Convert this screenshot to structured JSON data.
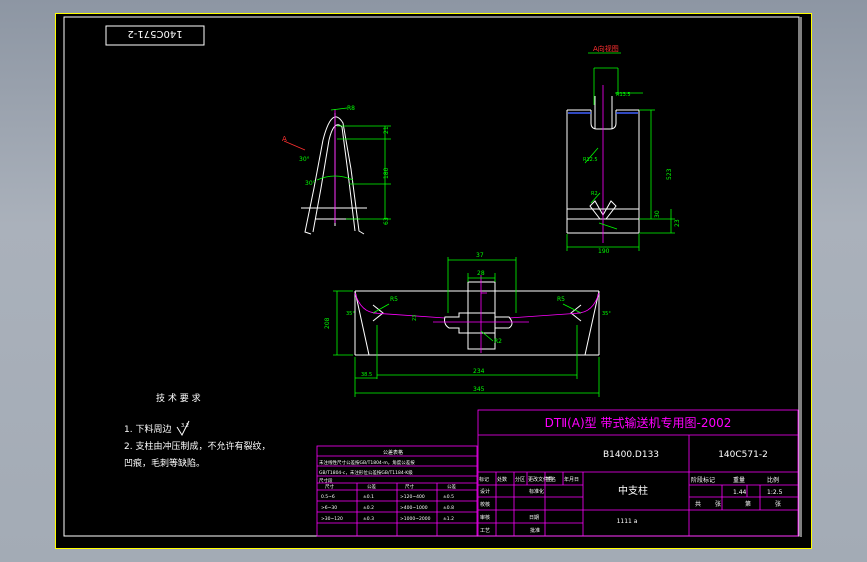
{
  "drawing": {
    "code_box": "140C571-2",
    "section_label": "A向视图",
    "dims": {
      "r_top": "R8",
      "d_21": "21",
      "d_ang1": "30°",
      "d_180": "180",
      "d_ang2": "30°",
      "d_63": "63",
      "sec_r": "R13.5",
      "sec_r125": "R12.5",
      "sec_r2": "R2",
      "sec_523": "523",
      "sec_30": "30",
      "sec_23": "23",
      "sec_190": "190",
      "p_37": "37",
      "p_28": "28",
      "p_r5a": "R5",
      "p_r5b": "R5",
      "p_ang_l": "35°",
      "p_ang_r": "35°",
      "p_23": "23",
      "p_r2": "R2",
      "p_h": "208",
      "p_38": "38.5",
      "p_234": "234",
      "p_345": "345"
    },
    "tech_title": "技 术 要 求",
    "tech_1": "1. 下料周边",
    "tech_1_mark": "3.2",
    "tech_2": "2. 支柱由冲压制成，不允许有裂纹，",
    "tech_3": "凹痕，毛刺等缺陷。"
  },
  "title_block": {
    "title": "DTⅡ(A)型  带式输送机专用图-2002",
    "model": "B1400.D133",
    "drawing_no": "140C571-2",
    "part_name": "中支柱",
    "material": "1111 a",
    "stage_label": "阶段标记",
    "weight_label": "重量",
    "scale_label": "比例",
    "weight": "1.44",
    "scale": "1:2.5",
    "sheet_label": "共",
    "sheet_of": "张",
    "sheet_no": "第",
    "sheet_page": "张",
    "rows": [
      "标记",
      "处数",
      "分区",
      "更改文件号",
      "签名",
      "年月日"
    ],
    "left_labels": [
      "设计",
      "校核",
      "审核",
      "工艺",
      "",
      "批准"
    ],
    "left_labels2": [
      "标准化",
      "",
      "",
      "日期"
    ]
  },
  "tol_table": {
    "title": "公差表格",
    "note1": "未注线性尺寸公差按GB/T1804-m，角度公差按",
    "note2": "GB/T1804-c，未注形位公差按GB/T1184-K级",
    "header": "尺寸段",
    "cols": [
      "尺寸",
      "公差",
      "尺寸",
      "公差"
    ],
    "rows": [
      [
        "0.5~6",
        "±0.1",
        ">120~400",
        "±0.5"
      ],
      [
        ">6~30",
        "±0.2",
        ">400~1000",
        "±0.8"
      ],
      [
        ">30~120",
        "±0.3",
        ">1000~2000",
        "±1.2"
      ]
    ]
  }
}
